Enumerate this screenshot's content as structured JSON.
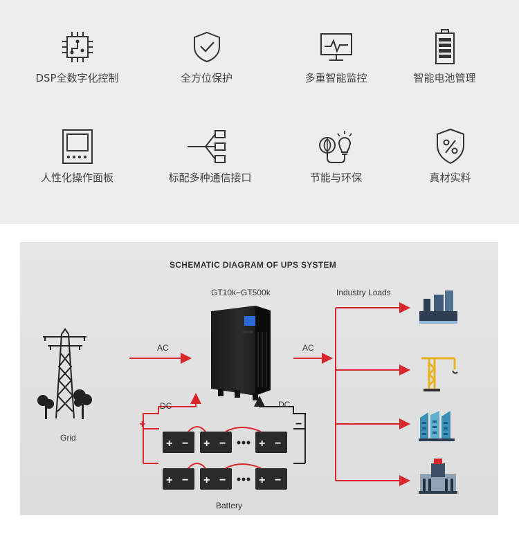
{
  "features": [
    {
      "label": "DSP全数字化控制",
      "icon": "chip-icon"
    },
    {
      "label": "全方位保护",
      "icon": "shield-check-icon"
    },
    {
      "label": "多重智能监控",
      "icon": "monitor-pulse-icon"
    },
    {
      "label": "智能电池管理",
      "icon": "battery-icon"
    },
    {
      "label": "人性化操作面板",
      "icon": "control-panel-icon"
    },
    {
      "label": "标配多种通信接口",
      "icon": "network-tree-icon"
    },
    {
      "label": "节能与环保",
      "icon": "leaf-bulb-icon"
    },
    {
      "label": "真材实料",
      "icon": "percent-shield-icon"
    }
  ],
  "diagram": {
    "title": "SCHEMATIC DIAGRAM OF UPS SYSTEM",
    "model": "GT10k~GT500k",
    "loads_label": "Industry Loads",
    "grid_label": "Grid",
    "battery_label": "Battery",
    "ac_in": "AC",
    "ac_out": "AC",
    "dc_left": "DC",
    "dc_right": "DC",
    "plus": "+",
    "minus": "−",
    "accent_color": "#d9262a"
  }
}
